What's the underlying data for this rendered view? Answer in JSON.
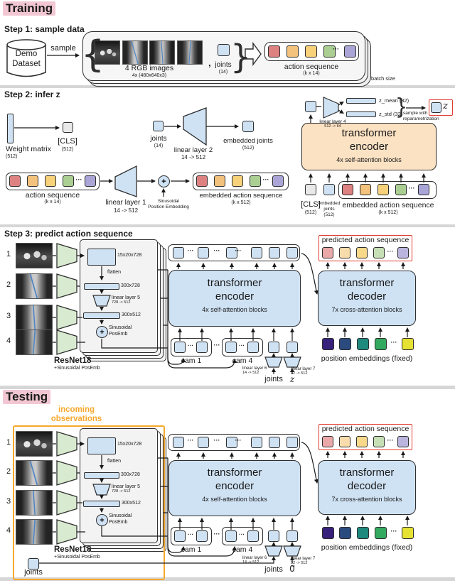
{
  "palette": {
    "pink_highlight": "#f2c7d3",
    "blue": "#cfe2f4",
    "gray_sq": "#e9e9e9",
    "orange_box": "#fbe2c3",
    "green_trap": "#d8ead0",
    "panel": "#f3f3f3",
    "act_red": "#dd8181",
    "act_orange": "#f3c27c",
    "act_yellow": "#f7d27b",
    "act_green": "#abcf93",
    "act_purple": "#a9a5d6",
    "pred_red": "#eba8a8",
    "pred_orange": "#f8dcab",
    "pred_yellow": "#f8d98a",
    "pred_green": "#c6dfb5",
    "pred_purple": "#bab5de",
    "pos_purple": "#38217a",
    "pos_navy": "#2b4a7e",
    "pos_teal": "#1e8a7e",
    "pos_green": "#33a85f",
    "pos_yellow": "#e6e234",
    "red_border": "#e23b30",
    "orange_accent": "#f7a82e"
  },
  "misc": {
    "dots": "···",
    "plus": "+",
    "comma": ",",
    "brace_open": "{",
    "brace_close": "}",
    "brace_small": "}"
  },
  "training": {
    "title": "Training",
    "step1": {
      "label": "Step 1: sample data",
      "dataset1": "Demo",
      "dataset2": "Dataset",
      "sample": "sample",
      "rgb": "4 RGB images",
      "rgb_dims": "4x (480x640x3)",
      "joints": "joints",
      "joints_dim": "(14)",
      "action": "action sequence",
      "action_dim": "(k x 14)",
      "batch": "batch size"
    },
    "step2": {
      "label": "Step 2: infer z",
      "weight": "Weight matrix",
      "weight_dim": "(512)",
      "cls": "[CLS]",
      "cls_dim": "(512)",
      "joints": "joints",
      "joints_dim": "(14)",
      "ll2": "linear layer 2",
      "ll2_dim": "14 -> 512",
      "emb_joints": "embedded joints",
      "emb_joints_dim": "(512)",
      "ll4": "linear layer 4",
      "ll4_dim": "512 -> 64",
      "z_mean": "z_mean (32)",
      "z_std": "z_std (32)",
      "sample1": "sample with",
      "sample2": "reparametrization",
      "z": "z",
      "enc1": "transformer",
      "enc2": "encoder",
      "enc_sub": "4x self-attention blocks",
      "action": "action sequence",
      "action_dim": "(k x 14)",
      "ll1": "linear layer 1",
      "ll1_dim": "14 -> 512",
      "sin1": "Sinusoidal",
      "sin2": "Position Embedding",
      "emb_action": "embedded action sequence",
      "emb_action_dim": "(k x 512)",
      "cls2": "[CLS]",
      "cls2_dim": "(512)",
      "embj1": "embedded",
      "embj2": "joints",
      "embj_dim": "(512)",
      "emb_action2": "embedded action sequence",
      "emb_action2_dim": "(k x 512)"
    },
    "step3": {
      "label": "Step 3: predict action sequence",
      "nums": [
        "1",
        "2",
        "3",
        "4"
      ],
      "feat": "15x20x728",
      "flatten": "flatten",
      "bar1": "300x728",
      "ll5": "linear layer 5",
      "ll5_dim": "728 -> 512",
      "bar2": "300x512",
      "sin1": "Sinusoidal",
      "sin2": "PosEmb",
      "resnet": "ResNet18",
      "resnet_sub": "+Sinusoidal PosEmb",
      "enc1": "transformer",
      "enc2": "encoder",
      "enc_sub": "4x self-attention blocks",
      "cam1": "cam 1",
      "cam4": "cam 4",
      "ll6": "linear layer 6",
      "ll6_dim": "14 -> 512",
      "ll7": "linear layer 7",
      "ll7_dim": "32 -> 512",
      "joints": "joints",
      "z": "z",
      "pred": "predicted action sequence",
      "dec1": "transformer",
      "dec2": "decoder",
      "dec_sub": "7x cross-attention blocks",
      "pos": "position embeddings (fixed)"
    }
  },
  "testing": {
    "title": "Testing",
    "inc1": "incoming",
    "inc2": "observations",
    "joints_obs": "joints",
    "nums": [
      "1",
      "2",
      "3",
      "4"
    ],
    "feat": "15x20x728",
    "flatten": "flatten",
    "bar1": "300x728",
    "ll5": "linear layer 5",
    "ll5_dim": "728 -> 512",
    "bar2": "300x512",
    "sin1": "Sinusoidal",
    "sin2": "PosEmb",
    "resnet": "ResNet18",
    "resnet_sub": "+Sinusoidal PosEmb",
    "enc1": "transformer",
    "enc2": "encoder",
    "enc_sub": "4x self-attention blocks",
    "cam1": "cam 1",
    "cam4": "cam 4",
    "ll6": "linear layer 6",
    "ll6_dim": "14 -> 512",
    "ll7": "linear layer 7",
    "ll7_dim": "32 -> 512",
    "joints": "joints",
    "zero": "0⃗",
    "pred": "predicted action sequence",
    "dec1": "transformer",
    "dec2": "decoder",
    "dec_sub": "7x cross-attention blocks",
    "pos": "position embeddings (fixed)"
  }
}
